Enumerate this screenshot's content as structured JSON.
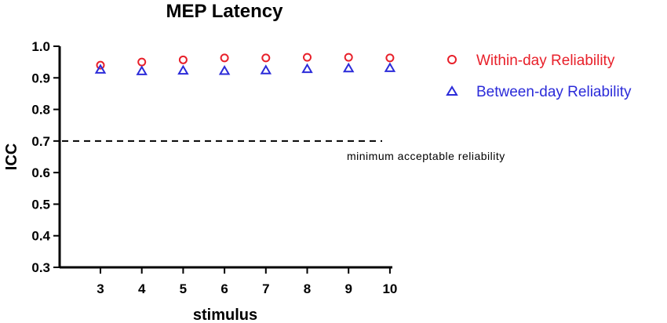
{
  "chart_data": {
    "type": "scatter",
    "title": "MEP Latency",
    "xlabel": "stimulus",
    "ylabel": "ICC",
    "x": [
      3,
      4,
      5,
      6,
      7,
      8,
      9,
      10
    ],
    "xticks": [
      "3",
      "4",
      "5",
      "6",
      "7",
      "8",
      "9",
      "10"
    ],
    "yticks": [
      "0.3",
      "0.4",
      "0.5",
      "0.6",
      "0.7",
      "0.8",
      "0.9",
      "1.0"
    ],
    "ylim": [
      0.3,
      1.0
    ],
    "grid": false,
    "legend_position": "right",
    "series": [
      {
        "name": "Within-day Reliability",
        "marker": "circle",
        "color": "#e8202a",
        "values": [
          0.94,
          0.95,
          0.957,
          0.963,
          0.963,
          0.965,
          0.965,
          0.963
        ]
      },
      {
        "name": "Between-day Reliability",
        "marker": "triangle",
        "color": "#2b2bd9",
        "values": [
          0.927,
          0.922,
          0.924,
          0.923,
          0.925,
          0.929,
          0.931,
          0.932
        ]
      }
    ],
    "reference_line": {
      "value": 0.7,
      "style": "dashed",
      "label": "minimum acceptable reliability"
    }
  }
}
